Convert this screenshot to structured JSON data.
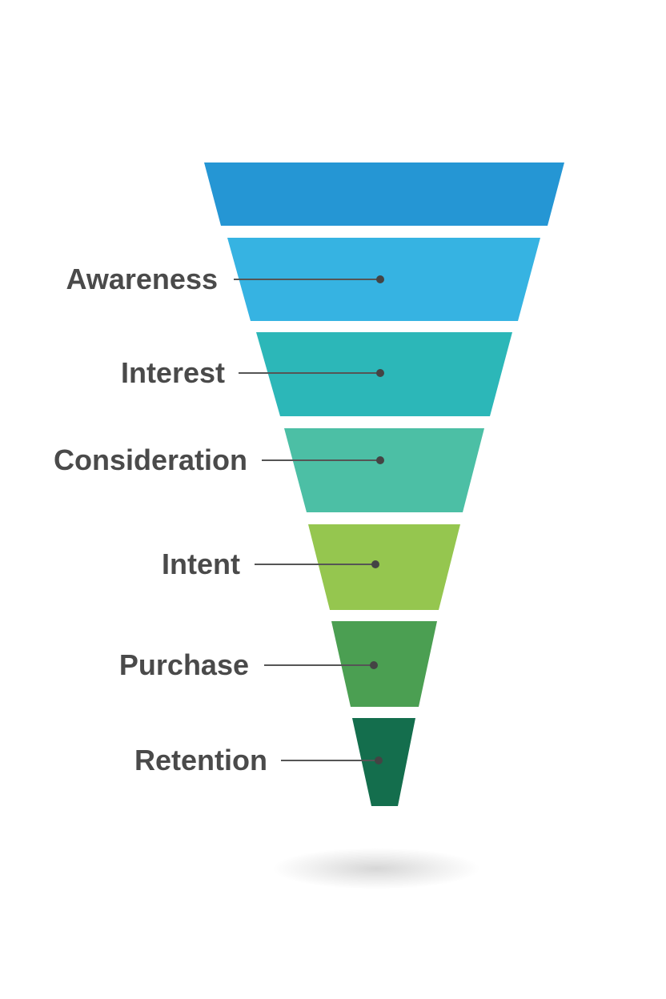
{
  "funnel": {
    "stages": [
      {
        "label": "",
        "color": "#2596d4"
      },
      {
        "label": "Awareness",
        "color": "#36b3e2"
      },
      {
        "label": "Interest",
        "color": "#2cb7b8"
      },
      {
        "label": "Consideration",
        "color": "#4cbfa5"
      },
      {
        "label": "Intent",
        "color": "#95c64f"
      },
      {
        "label": "Purchase",
        "color": "#4b9f52"
      },
      {
        "label": "Retention",
        "color": "#146e4d"
      }
    ],
    "connector_color": "#555555",
    "label_color": "#4a4a4a"
  }
}
